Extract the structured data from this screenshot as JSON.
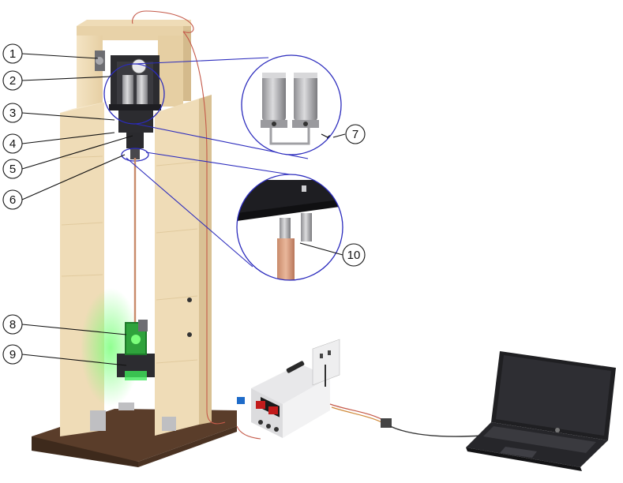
{
  "labels": {
    "l1": "1",
    "l2": "2",
    "l3": "3",
    "l4": "4",
    "l5": "5",
    "l6": "6",
    "l7": "7",
    "l8": "8",
    "l9": "9",
    "l10": "10"
  },
  "colors": {
    "wood": "#efdcb7",
    "wood_dark": "#d9c194",
    "base": "#5a3d2a",
    "metal_dark": "#2c2c30",
    "callout": "#2b2bbd",
    "laser": "#39ff5a",
    "laptop": "#1f1f22"
  },
  "icons": [
    "power-supply-icon",
    "laptop-icon",
    "wall-outlet-icon"
  ]
}
